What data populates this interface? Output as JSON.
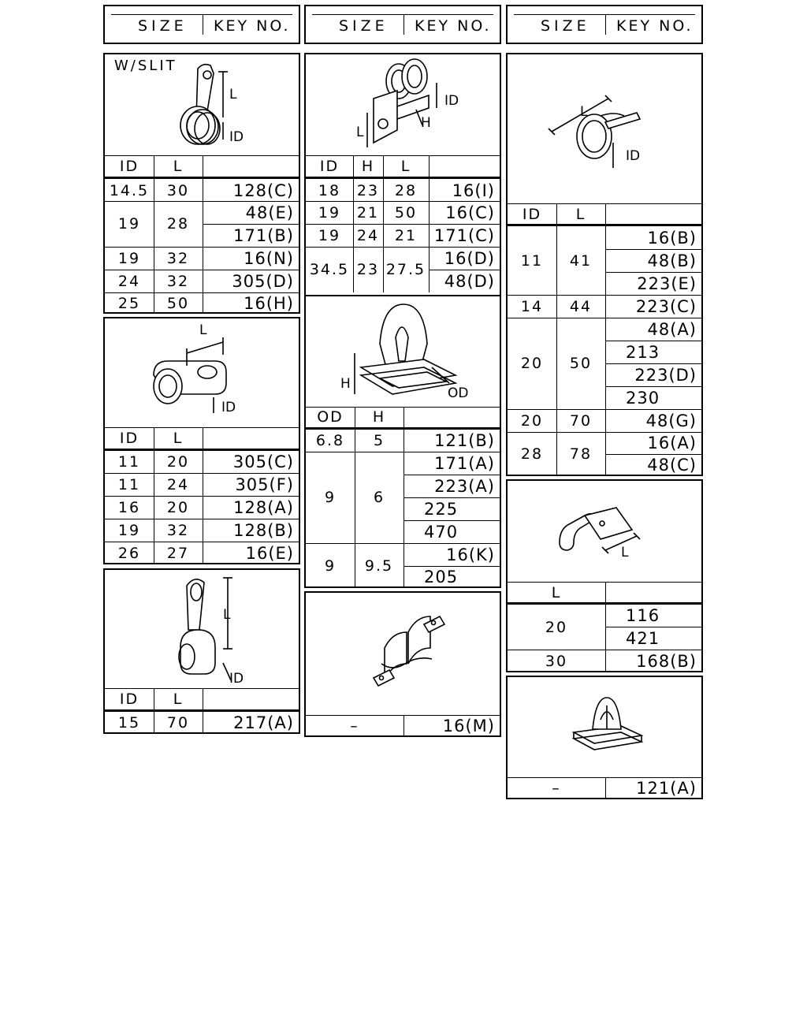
{
  "header": {
    "size_label": "SIZE",
    "key_label": "KEY NO."
  },
  "col1": {
    "p1": {
      "caption": "W/SLIT",
      "dims": {
        "l": "L",
        "id": "ID"
      },
      "headers": [
        "ID",
        "L"
      ],
      "rows": [
        [
          "14.5",
          "30"
        ],
        [
          "19",
          "28"
        ],
        [
          "19",
          "32"
        ],
        [
          "24",
          "32"
        ],
        [
          "25",
          "50"
        ]
      ],
      "keys": [
        "128(C)",
        "48(E)",
        "171(B)",
        "16(N)",
        "305(D)",
        "16(H)"
      ]
    },
    "p2": {
      "dims": {
        "l": "L",
        "id": "ID"
      },
      "headers": [
        "ID",
        "L"
      ],
      "rows": [
        [
          "11",
          "20"
        ],
        [
          "11",
          "24"
        ],
        [
          "16",
          "20"
        ],
        [
          "19",
          "32"
        ],
        [
          "26",
          "27"
        ]
      ],
      "keys": [
        "305(C)",
        "305(F)",
        "128(A)",
        "128(B)",
        "16(E)"
      ]
    },
    "p3": {
      "dims": {
        "l": "L",
        "id": "ID"
      },
      "headers": [
        "ID",
        "L"
      ],
      "rows": [
        [
          "15",
          "70"
        ]
      ],
      "keys": [
        "217(A)"
      ]
    }
  },
  "col2": {
    "p1": {
      "dims": {
        "l": "L",
        "h": "H",
        "id": "ID"
      },
      "headers": [
        "ID",
        "H",
        "L"
      ],
      "rows": [
        [
          "18",
          "23",
          "28"
        ],
        [
          "19",
          "21",
          "50"
        ],
        [
          "19",
          "24",
          "21"
        ],
        [
          "34.5",
          "23",
          "27.5"
        ]
      ],
      "keys": [
        "16(I)",
        "16(C)",
        "171(C)",
        "16(D)",
        "48(D)"
      ]
    },
    "p2": {
      "dims": {
        "h": "H",
        "od": "OD"
      },
      "headers": [
        "OD",
        "H"
      ],
      "rows": [
        [
          "6.8",
          "5"
        ],
        [
          "9",
          "6"
        ],
        [
          "9",
          "9.5"
        ]
      ],
      "keys": [
        "121(B)",
        "171(A)",
        "223(A)",
        "225",
        "470",
        "16(K)",
        "205"
      ]
    },
    "p3": {
      "size": "–",
      "keys": [
        "16(M)"
      ]
    }
  },
  "col3": {
    "p1": {
      "dims": {
        "l": "L",
        "id": "ID"
      },
      "headers": [
        "ID",
        "L"
      ],
      "rows": [
        [
          "11",
          "41"
        ],
        [
          "14",
          "44"
        ],
        [
          "20",
          "50"
        ],
        [
          "20",
          "70"
        ],
        [
          "28",
          "78"
        ]
      ],
      "keys": [
        "16(B)",
        "48(B)",
        "223(E)",
        "223(C)",
        "48(A)",
        "213",
        "223(D)",
        "230",
        "48(G)",
        "16(A)",
        "48(C)"
      ]
    },
    "p2": {
      "dims": {
        "l": "L"
      },
      "headers": [
        "L"
      ],
      "rows": [
        [
          "20"
        ],
        [
          "30"
        ]
      ],
      "keys": [
        "116",
        "421",
        "168(B)"
      ]
    },
    "p3": {
      "size": "–",
      "keys": [
        "121(A)"
      ]
    }
  }
}
